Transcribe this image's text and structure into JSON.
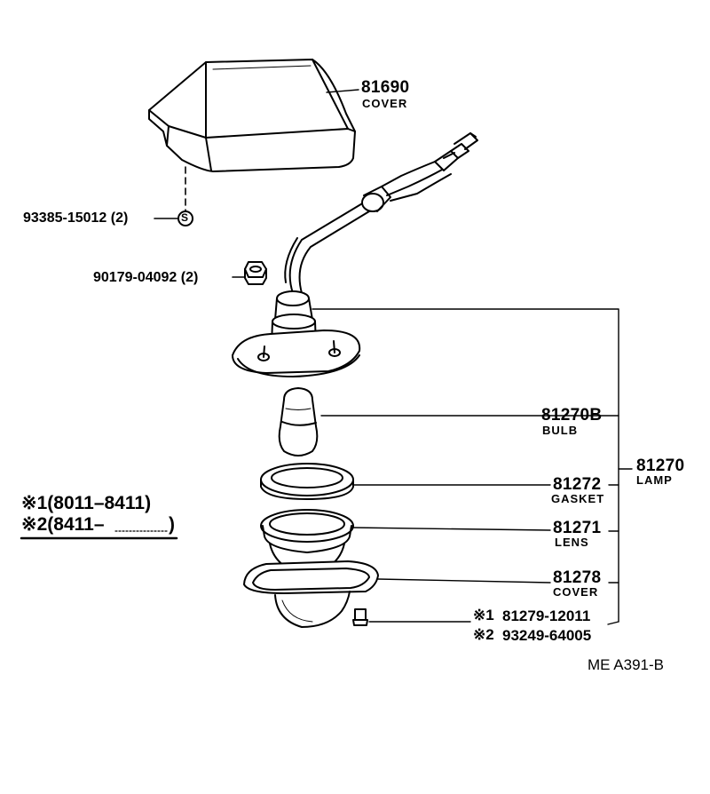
{
  "parts": {
    "cover_top": {
      "number": "81690",
      "name": "COVER"
    },
    "screw": {
      "ref": "93385-15012 (2)",
      "symbol": "S"
    },
    "nut": {
      "ref": "90179-04092 (2)"
    },
    "bulb": {
      "number": "81270B",
      "name": "BULB"
    },
    "lamp": {
      "number": "81270",
      "name": "LAMP"
    },
    "gasket": {
      "number": "81272",
      "name": "GASKET"
    },
    "lens": {
      "number": "81271",
      "name": "LENS"
    },
    "cover_bottom": {
      "number": "81278",
      "name": "COVER"
    },
    "screw_alt1": {
      "mark": "※1",
      "number": "81279-12011"
    },
    "screw_alt2": {
      "mark": "※2",
      "number": "93249-64005"
    }
  },
  "notes": {
    "note1": "※1(8011–8411)",
    "note2": "※2(8411–",
    "note2_close": ")"
  },
  "diagram_code": "ME  A391-B"
}
